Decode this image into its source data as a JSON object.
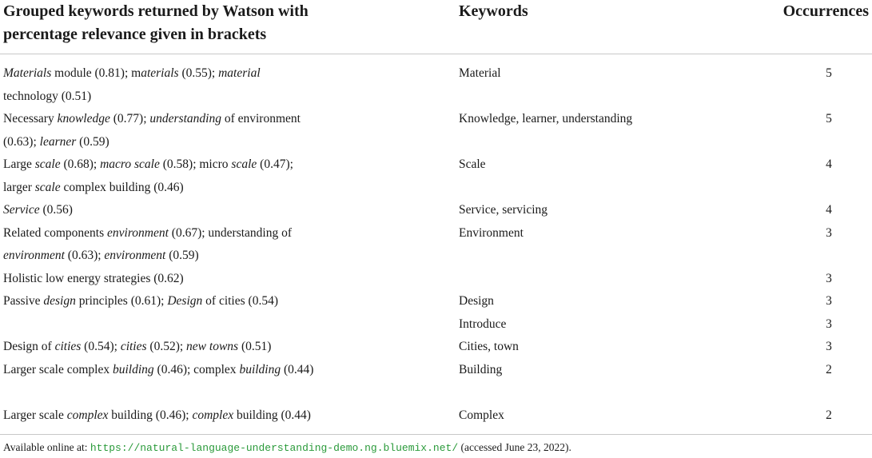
{
  "table": {
    "headers": {
      "col1_line1": "Grouped keywords returned by Watson with",
      "col1_line2": "percentage relevance given in brackets",
      "col2": "Keywords",
      "col3": "Occurrences"
    },
    "rows": [
      {
        "grouped": [
          [
            "Materials",
            true
          ],
          [
            " module (0.81); m",
            false
          ],
          [
            "aterials",
            true
          ],
          [
            " (0.55); ",
            false
          ],
          [
            "material",
            true
          ],
          [
            " technology (0.51)",
            false
          ]
        ],
        "line_breaks": 1,
        "keywords": "Material",
        "occurrences": "5"
      },
      {
        "grouped": [
          [
            "Necessary ",
            false
          ],
          [
            "knowledge",
            true
          ],
          [
            " (0.77); ",
            false
          ],
          [
            "understanding",
            true
          ],
          [
            " of environment (0.63); ",
            false
          ],
          [
            "learner",
            true
          ],
          [
            " (0.59)",
            false
          ]
        ],
        "line_breaks": 1,
        "keywords": "Knowledge, learner, understanding",
        "occurrences": "5"
      },
      {
        "grouped": [
          [
            "Large ",
            false
          ],
          [
            "scale",
            true
          ],
          [
            " (0.68); ",
            false
          ],
          [
            "macro scale",
            true
          ],
          [
            " (0.58); micro ",
            false
          ],
          [
            "scale",
            true
          ],
          [
            " (0.47); larger ",
            false
          ],
          [
            "scale",
            true
          ],
          [
            " complex building (0.46)",
            false
          ]
        ],
        "line_breaks": 1,
        "keywords": "Scale",
        "occurrences": "4"
      },
      {
        "grouped": [
          [
            "Service",
            true
          ],
          [
            " (0.56)",
            false
          ]
        ],
        "line_breaks": 0,
        "keywords": "Service, servicing",
        "occurrences": "4"
      },
      {
        "grouped": [
          [
            "Related components ",
            false
          ],
          [
            "environment",
            true
          ],
          [
            " (0.67); understanding of ",
            false
          ],
          [
            "environment",
            true
          ],
          [
            " (0.63); ",
            false
          ],
          [
            "environment",
            true
          ],
          [
            " (0.59)",
            false
          ]
        ],
        "line_breaks": 1,
        "keywords": "Environment",
        "occurrences": "3"
      },
      {
        "grouped": [
          [
            "Holistic low energy strategies (0.62)",
            false
          ]
        ],
        "line_breaks": 0,
        "keywords": "",
        "occurrences": "3"
      },
      {
        "grouped": [
          [
            "Passive ",
            false
          ],
          [
            "design",
            true
          ],
          [
            " principles (0.61); ",
            false
          ],
          [
            "Design",
            true
          ],
          [
            " of cities (0.54)",
            false
          ]
        ],
        "line_breaks": 0,
        "keywords": "Design",
        "occurrences": "3"
      },
      {
        "grouped": [],
        "line_breaks": 0,
        "keywords": "Introduce",
        "occurrences": "3"
      },
      {
        "grouped": [
          [
            "Design of ",
            false
          ],
          [
            "cities",
            true
          ],
          [
            " (0.54); ",
            false
          ],
          [
            "cities",
            true
          ],
          [
            " (0.52); ",
            false
          ],
          [
            "new towns",
            true
          ],
          [
            " (0.51)",
            false
          ]
        ],
        "line_breaks": 0,
        "keywords": "Cities, town",
        "occurrences": "3"
      },
      {
        "grouped": [
          [
            "Larger scale complex ",
            false
          ],
          [
            "building",
            true
          ],
          [
            " (0.46); complex ",
            false
          ],
          [
            "building",
            true
          ],
          [
            " (0.44)",
            false
          ]
        ],
        "line_breaks": 1,
        "keywords": "Building",
        "occurrences": "2"
      },
      {
        "grouped": [
          [
            "Larger scale ",
            false
          ],
          [
            "complex",
            true
          ],
          [
            " building (0.46); ",
            false
          ],
          [
            "complex",
            true
          ],
          [
            " building (0.44)",
            false
          ]
        ],
        "line_breaks": 0,
        "keywords": "Complex",
        "occurrences": "2"
      }
    ]
  },
  "footer": {
    "prefix": "Available online at: ",
    "link": "https://natural-language-understanding-demo.ng.bluemix.net/",
    "suffix": " (accessed June 23, 2022)."
  },
  "colors": {
    "text": "#1a1a1a",
    "rule": "#c8c8c8",
    "link": "#2a9a3a"
  }
}
